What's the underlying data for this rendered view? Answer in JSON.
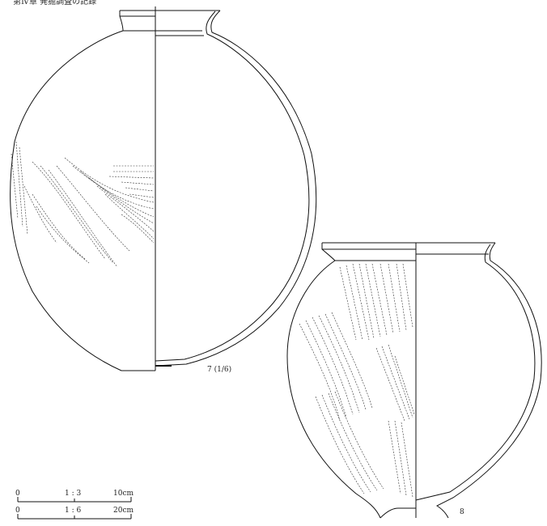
{
  "page": {
    "header": "第Ⅳ章 発掘調査の記録"
  },
  "figures": [
    {
      "number": "7",
      "label": "7 (1/6)"
    },
    {
      "number": "8",
      "label": "8"
    }
  ],
  "scales": [
    {
      "ratio": "1 : 3",
      "start": "0",
      "end": "10cm"
    },
    {
      "ratio": "1 : 6",
      "start": "0",
      "end": "20cm"
    }
  ]
}
